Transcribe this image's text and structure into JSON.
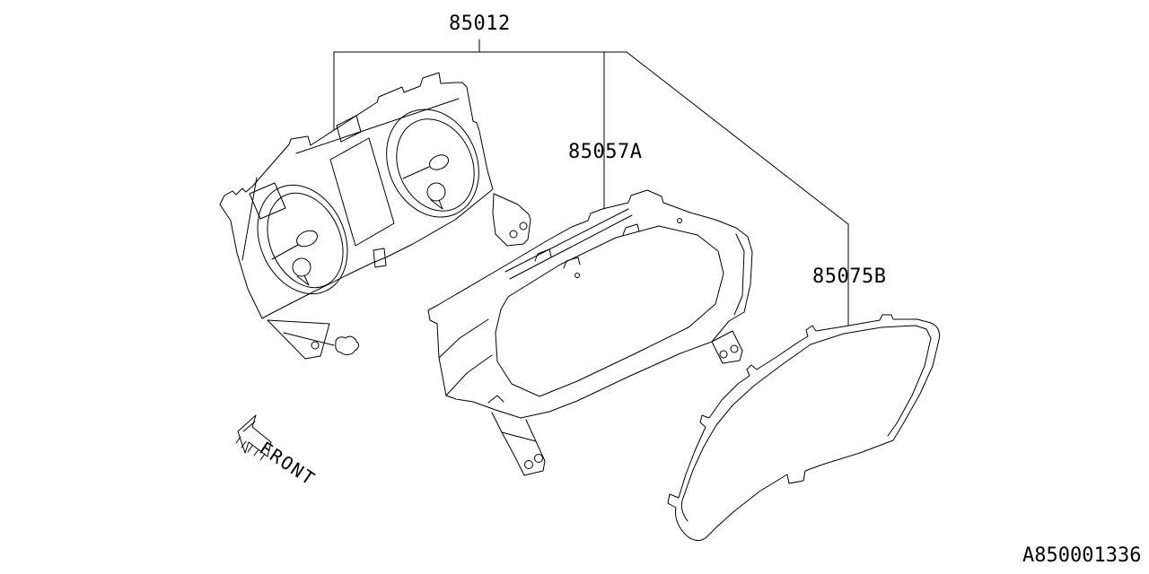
{
  "canvas": {
    "background": "#ffffff",
    "line_color": "#000000"
  },
  "callouts": [
    {
      "part_no": "85012"
    },
    {
      "part_no": "85057A"
    },
    {
      "part_no": "85075B"
    }
  ],
  "orientation": {
    "label": "FRONT",
    "icon": "front-direction-arrow"
  },
  "footer": {
    "drawing_code": "A850001336"
  }
}
